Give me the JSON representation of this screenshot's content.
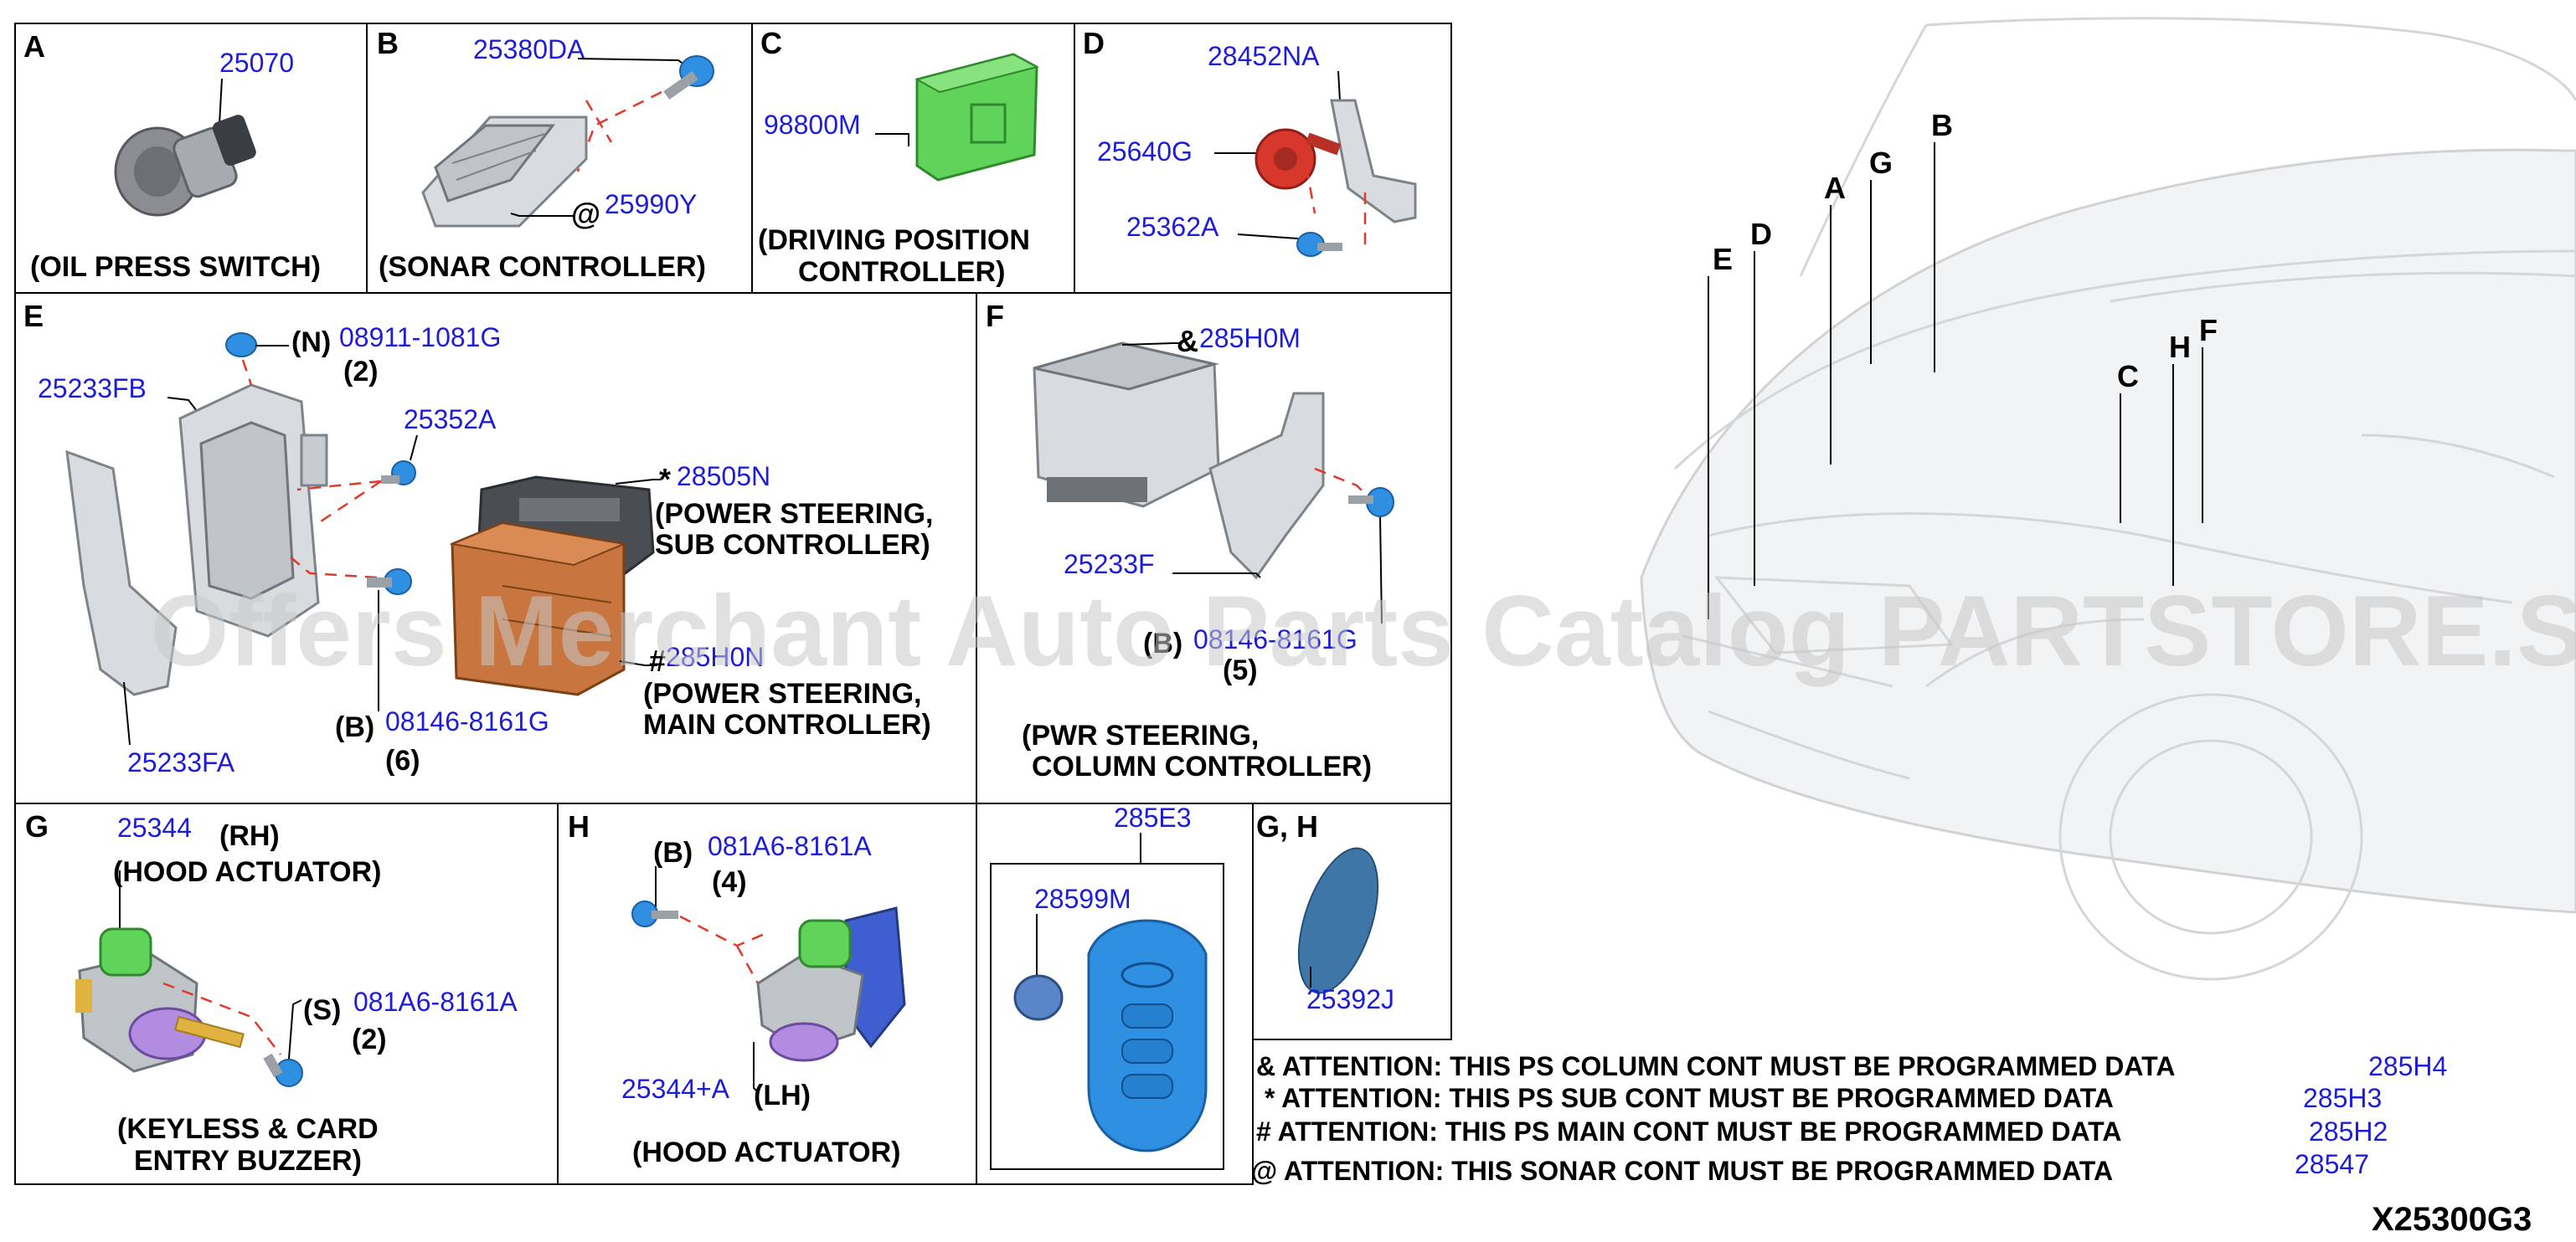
{
  "cells": {
    "A": {
      "letter": "A",
      "part": "25070",
      "label": "(OIL PRESS SWITCH)"
    },
    "B": {
      "letter": "B",
      "part1": "25380DA",
      "prefix2": "@",
      "part2": "25990Y",
      "label": "(SONAR CONTROLLER)"
    },
    "C": {
      "letter": "C",
      "part": "98800M",
      "label1": "(DRIVING POSITION",
      "label2": "CONTROLLER)"
    },
    "D": {
      "letter": "D",
      "part1": "28452NA",
      "part2": "25640G",
      "part3": "25362A"
    },
    "E": {
      "letter": "E",
      "bolt_prefix": "(N)",
      "bolt_part": "08911-1081G",
      "bolt_qty": "(2)",
      "bracket_upper": "25233FB",
      "screw": "25352A",
      "sub_prefix": "*",
      "sub_part": "28505N",
      "sub_label1": "(POWER STEERING,",
      "sub_label2": "SUB CONTROLLER)",
      "main_prefix": "#",
      "main_part": "285H0N",
      "main_label1": "(POWER STEERING,",
      "main_label2": "MAIN CONTROLLER)",
      "bolt2_prefix": "(B)",
      "bolt2_part": "08146-8161G",
      "bolt2_qty": "(6)",
      "bracket_lower": "25233FA"
    },
    "F": {
      "letter": "F",
      "ctrl_prefix": "&",
      "ctrl_part": "285H0M",
      "bracket": "25233F",
      "bolt_prefix": "(B)",
      "bolt_part": "08146-8161G",
      "bolt_qty": "(5)",
      "label1": "(PWR STEERING,",
      "label2": "COLUMN CONTROLLER)"
    },
    "G": {
      "letter": "G",
      "part": "25344",
      "side": "(RH)",
      "label_top": "(HOOD ACTUATOR)",
      "bolt_prefix": "(S)",
      "bolt_part": "081A6-8161A",
      "bolt_qty": "(2)",
      "label1": "(KEYLESS & CARD",
      "label2": "ENTRY BUZZER)"
    },
    "H": {
      "letter": "H",
      "bolt_prefix": "(B)",
      "bolt_part": "081A6-8161A",
      "bolt_qty": "(4)",
      "part": "25344+A",
      "side": "(LH)",
      "label": "(HOOD ACTUATOR)"
    },
    "K": {
      "part_top": "285E3",
      "part_battery": "28599M"
    },
    "GH": {
      "letter": "G, H",
      "part": "25392J"
    }
  },
  "callouts": [
    "E",
    "D",
    "A",
    "G",
    "B",
    "C",
    "H",
    "F"
  ],
  "attention": [
    {
      "text": "& ATTENTION: THIS PS COLUMN CONT MUST BE PROGRAMMED DATA",
      "part": "285H4"
    },
    {
      "text": "* ATTENTION: THIS PS SUB CONT MUST BE PROGRAMMED DATA",
      "part": "285H3"
    },
    {
      "text": "# ATTENTION: THIS PS MAIN CONT MUST BE PROGRAMMED DATA",
      "part": "285H2"
    },
    {
      "text": "@ ATTENTION: THIS SONAR CONT MUST BE PROGRAMMED DATA",
      "part": "28547"
    }
  ],
  "diagram_code": "X25300G3",
  "watermark": "Offers Merchant Auto Parts Catalog PARTSTORE.SA",
  "colors": {
    "part_number": "#1d1dd9",
    "dash": "#e03a2a",
    "green_module": "#5fd35a",
    "copper_module": "#c8753f",
    "key_fob": "#2f8fe0",
    "horn": "#d8382b"
  }
}
